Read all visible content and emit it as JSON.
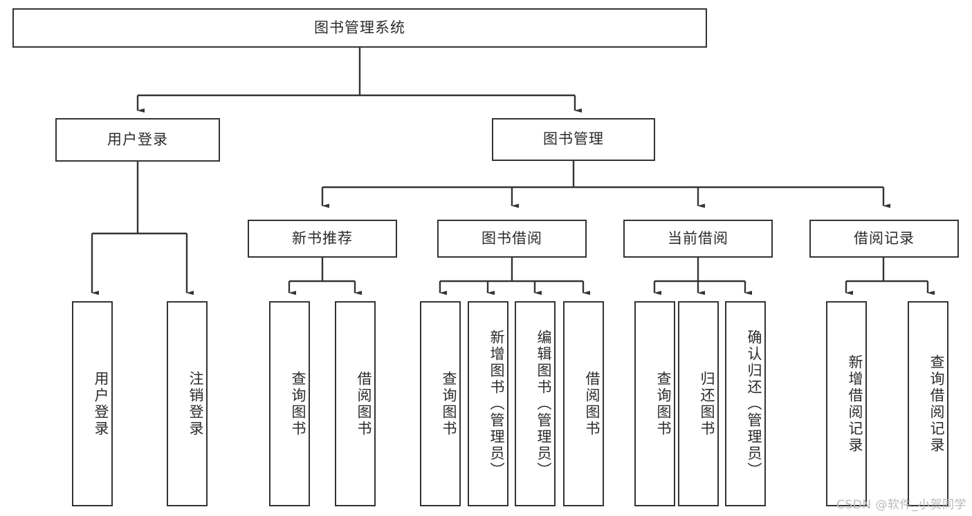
{
  "diagram": {
    "title": "图书管理系统",
    "type": "tree",
    "root": {
      "id": "root",
      "label": "图书管理系统",
      "orientation": "horizontal"
    },
    "level2": [
      {
        "id": "user-login",
        "label": "用户登录",
        "orientation": "horizontal"
      },
      {
        "id": "book-manage",
        "label": "图书管理",
        "orientation": "horizontal"
      }
    ],
    "level3": [
      {
        "id": "new-book-recommend",
        "label": "新书推荐",
        "orientation": "horizontal",
        "parent": "book-manage"
      },
      {
        "id": "book-borrow",
        "label": "图书借阅",
        "orientation": "horizontal",
        "parent": "book-manage"
      },
      {
        "id": "current-borrow",
        "label": "当前借阅",
        "orientation": "horizontal",
        "parent": "book-manage"
      },
      {
        "id": "borrow-record",
        "label": "借阅记录",
        "orientation": "horizontal",
        "parent": "book-manage"
      }
    ],
    "leaves": [
      {
        "id": "leaf-user-login",
        "label": "用户登录",
        "parent": "user-login"
      },
      {
        "id": "leaf-logout",
        "label": "注销登录",
        "parent": "user-login"
      },
      {
        "id": "leaf-query-book-1",
        "label": "查询图书",
        "parent": "new-book-recommend"
      },
      {
        "id": "leaf-borrow-book-1",
        "label": "借阅图书",
        "parent": "new-book-recommend"
      },
      {
        "id": "leaf-query-book-2",
        "label": "查询图书",
        "parent": "book-borrow"
      },
      {
        "id": "leaf-add-book",
        "label": "新增图书（管理员）",
        "parent": "book-borrow"
      },
      {
        "id": "leaf-edit-book",
        "label": "编辑图书（管理员）",
        "parent": "book-borrow"
      },
      {
        "id": "leaf-borrow-book-2",
        "label": "借阅图书",
        "parent": "book-borrow"
      },
      {
        "id": "leaf-query-book-3",
        "label": "查询图书",
        "parent": "current-borrow"
      },
      {
        "id": "leaf-return-book",
        "label": "归还图书",
        "parent": "current-borrow"
      },
      {
        "id": "leaf-confirm-return",
        "label": "确认归还（管理员）",
        "parent": "current-borrow"
      },
      {
        "id": "leaf-add-record",
        "label": "新增借阅记录",
        "parent": "borrow-record"
      },
      {
        "id": "leaf-query-record",
        "label": "查询借阅记录",
        "parent": "borrow-record"
      }
    ]
  },
  "watermark": {
    "text": "CSDN @软件_小贺同学"
  },
  "colors": {
    "line": "#333333",
    "text": "#2b2b2b",
    "background": "#ffffff",
    "watermark": "#b9b9b9"
  }
}
